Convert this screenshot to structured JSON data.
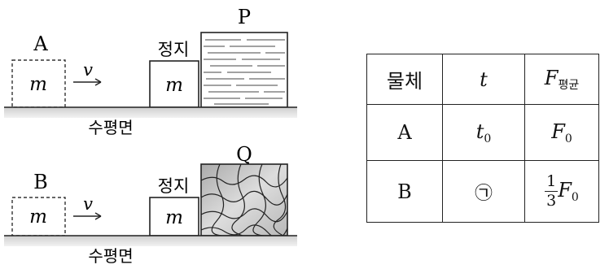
{
  "top_scene": {
    "object_label": "A",
    "mass_moving": "m",
    "velocity": "v",
    "state": "정지",
    "mass_rest": "m",
    "barrier_label": "P",
    "surface": "수평면"
  },
  "bottom_scene": {
    "object_label": "B",
    "mass_moving": "m",
    "velocity": "v",
    "state": "정지",
    "mass_rest": "m",
    "barrier_label": "Q",
    "surface": "수평면"
  },
  "table": {
    "headers": {
      "object": "물체",
      "time": "t",
      "force": "F",
      "force_sub": "평균"
    },
    "rows": [
      {
        "object": "A",
        "time": "t",
        "time_sub": "0",
        "force": "F",
        "force_sub": "0"
      },
      {
        "object": "B",
        "time": "㉠",
        "frac_num": "1",
        "frac_den": "3",
        "force": "F",
        "force_sub": "0"
      }
    ]
  }
}
